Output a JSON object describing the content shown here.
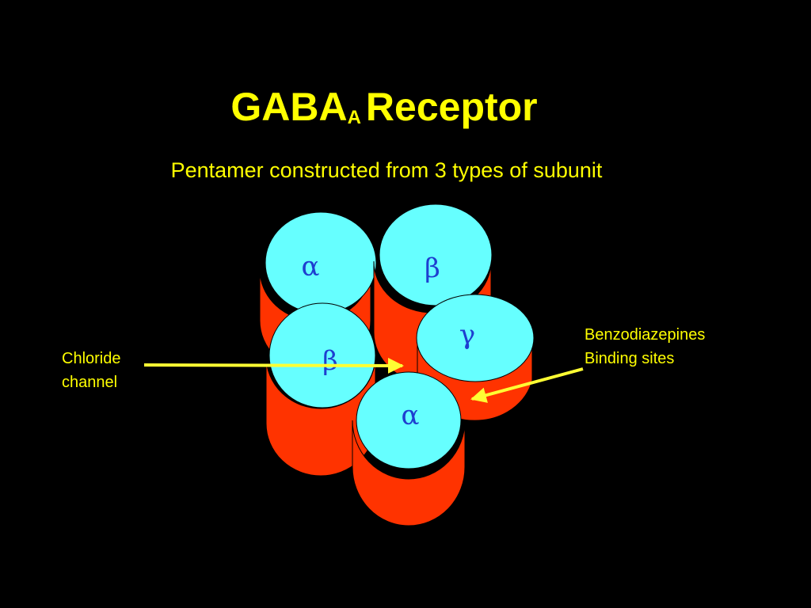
{
  "title": {
    "main": "GABA",
    "subscript": "A",
    "suffix": "Receptor"
  },
  "subtitle": "Pentamer constructed from 3 types of subunit",
  "subunits": [
    {
      "id": "alpha-back",
      "symbol": "α"
    },
    {
      "id": "beta-back",
      "symbol": "β"
    },
    {
      "id": "beta-left",
      "symbol": "β"
    },
    {
      "id": "gamma-right",
      "symbol": "γ"
    },
    {
      "id": "alpha-front",
      "symbol": "α"
    }
  ],
  "labels": {
    "chloride": [
      "Chloride",
      "channel"
    ],
    "benzodiazepines": [
      "Benzodiazepines",
      "Binding sites"
    ]
  },
  "colors": {
    "background": "#000000",
    "text": "#FFFF00",
    "cylinder_side": "#FF3300",
    "cylinder_top": "#66FFFF",
    "greek": "#1E3FD0",
    "arrow": "#FFFF33"
  }
}
